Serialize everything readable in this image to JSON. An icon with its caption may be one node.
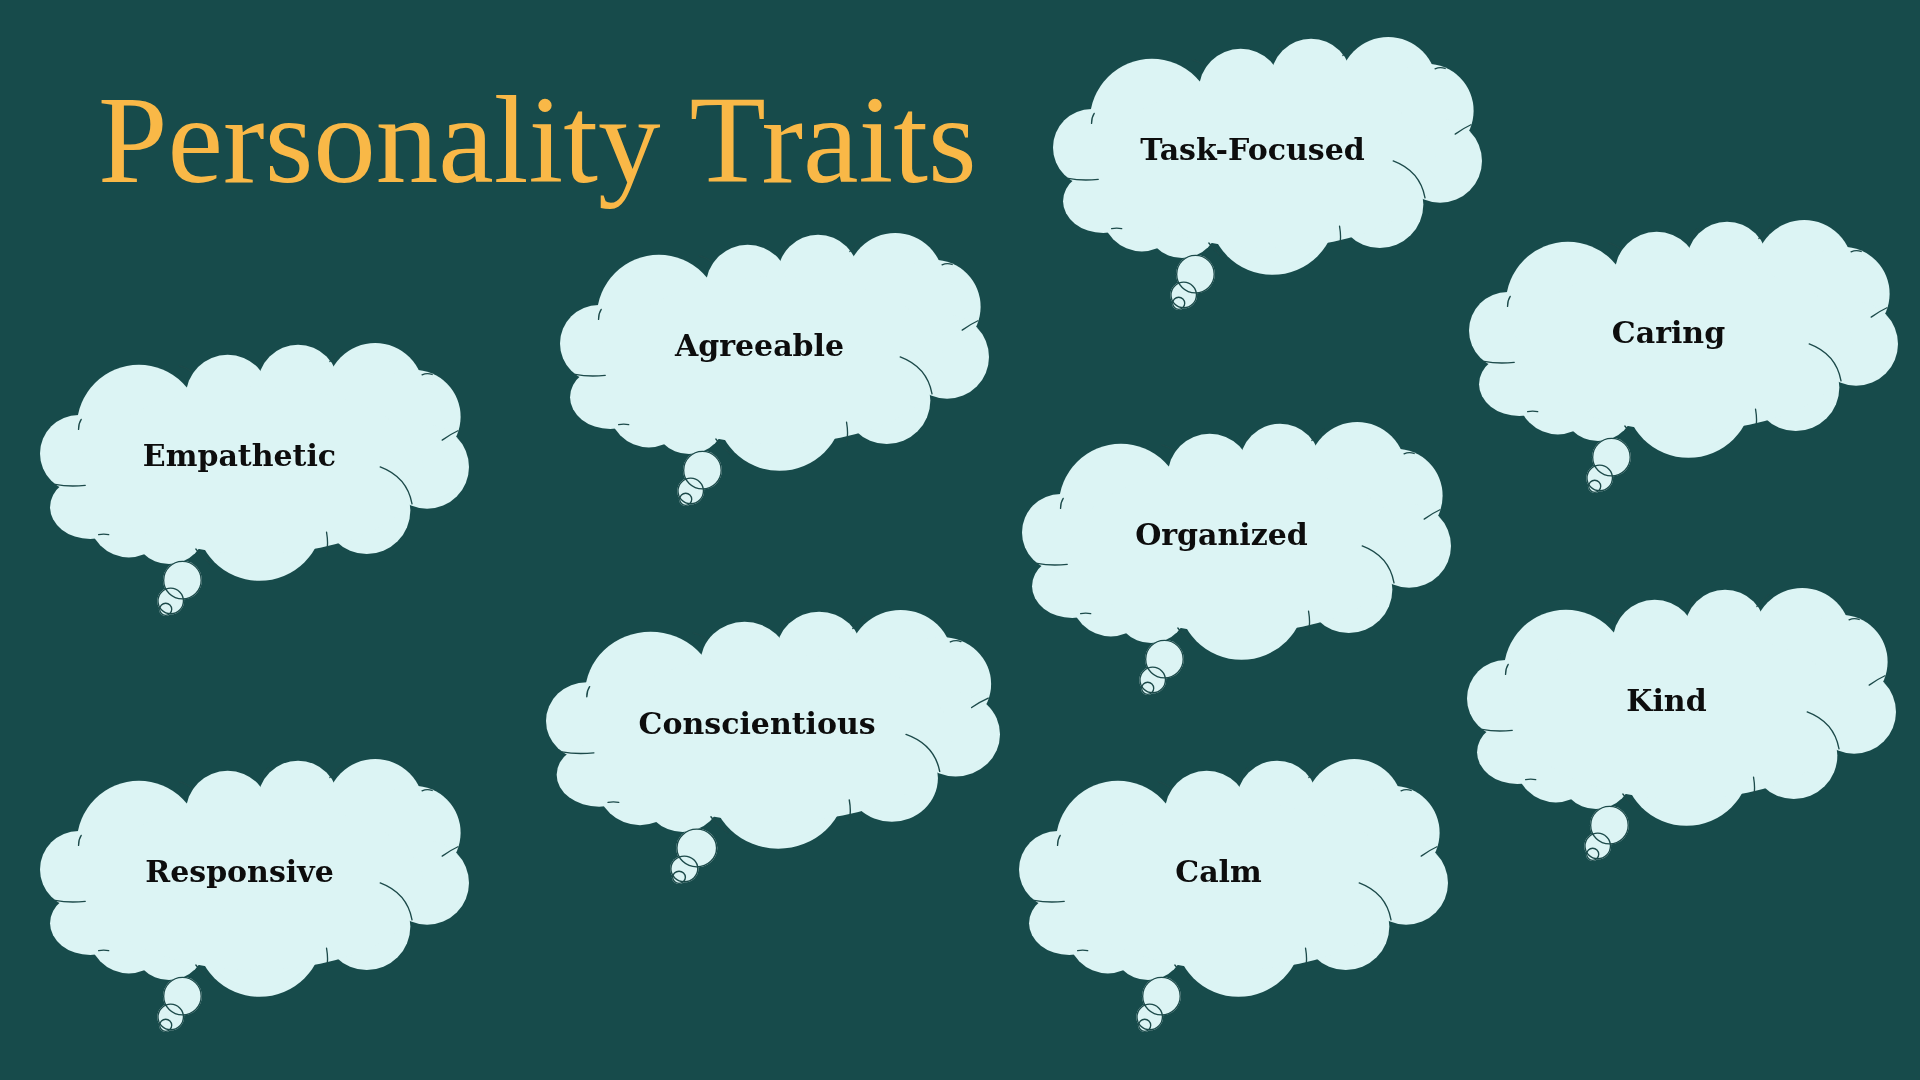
{
  "diagram": {
    "title": "Personality Traits",
    "nodes": [
      {
        "text": [
          "Empathetic"
        ]
      },
      {
        "text": [
          "Responsive"
        ]
      },
      {
        "text": [
          "Agreeable"
        ]
      },
      {
        "text": [
          "Conscientious"
        ]
      },
      {
        "text": [
          "Task-Focused"
        ]
      },
      {
        "text": [
          "Organized"
        ]
      },
      {
        "text": [
          "Calm"
        ]
      },
      {
        "text": [
          "Caring"
        ]
      },
      {
        "text": [
          "Kind"
        ]
      }
    ]
  }
}
